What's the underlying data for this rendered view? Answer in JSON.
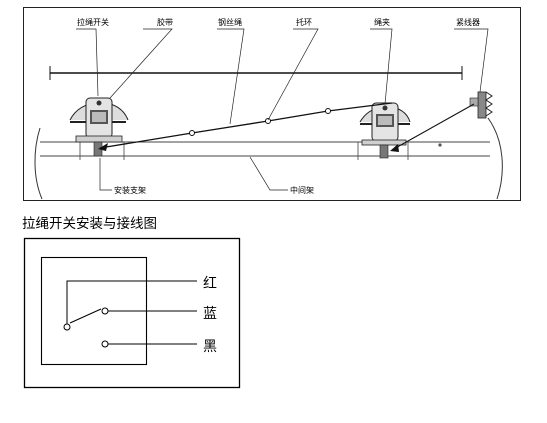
{
  "install_diagram": {
    "labels": {
      "pull_rope_switch": "拉绳开关",
      "belt": "胶带",
      "wire_rope": "钢丝绳",
      "support_ring": "托环",
      "rope_clamp": "绳夹",
      "tensioner": "紧线器",
      "mounting_bracket": "安装支架",
      "middle_frame": "中间架"
    }
  },
  "wiring_section": {
    "title": "拉绳开关安装与接线图",
    "wires": {
      "red": "红",
      "blue": "蓝",
      "black": "黑"
    }
  }
}
